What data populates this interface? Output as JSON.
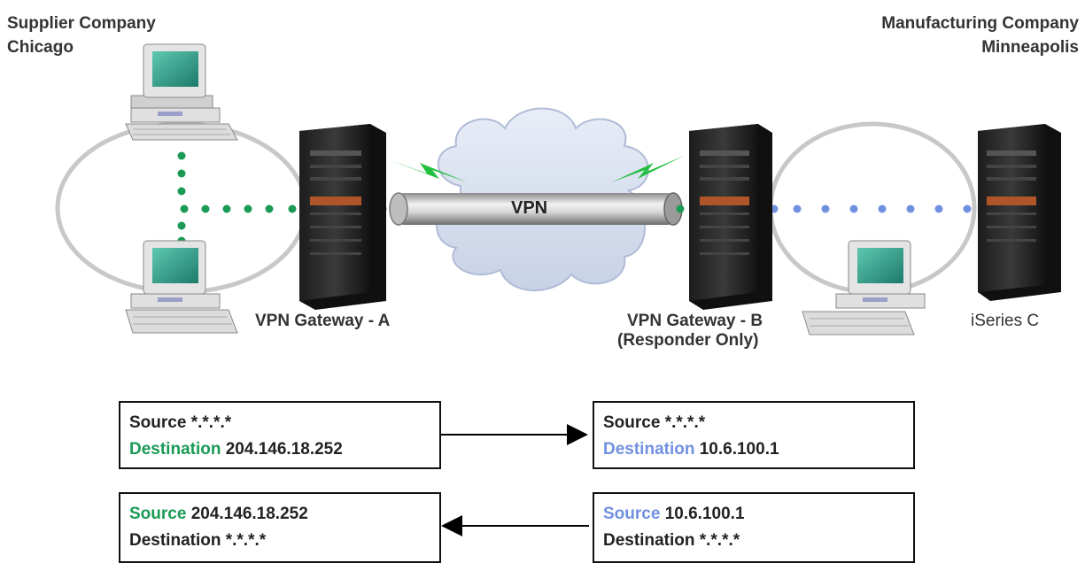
{
  "sites": {
    "left": {
      "line1": "Supplier Company",
      "line2": "Chicago"
    },
    "right": {
      "line1": "Manufacturing Company",
      "line2": "Minneapolis"
    }
  },
  "nodes": {
    "gateway_a": "VPN Gateway - A",
    "gateway_b_line1": "VPN Gateway - B",
    "gateway_b_line2": "(Responder Only)",
    "server_c": "iSeries C"
  },
  "tunnel_label": "VPN",
  "rules": {
    "box1": {
      "source_label": "Source",
      "source_value": "*.*.*.*",
      "dest_label": "Destination",
      "dest_value": "204.146.18.252"
    },
    "box2": {
      "source_label": "Source",
      "source_value": "*.*.*.*",
      "dest_label": "Destination",
      "dest_value": "10.6.100.1"
    },
    "box3": {
      "source_label": "Source",
      "source_value": "204.146.18.252",
      "dest_label": "Destination",
      "dest_value": "*.*.*.*"
    },
    "box4": {
      "source_label": "Source",
      "source_value": "10.6.100.1",
      "dest_label": "Destination",
      "dest_value": "*.*.*.*"
    }
  },
  "colors": {
    "green_path": "#1a9a55",
    "blue_path": "#7090e0",
    "lightning": "#22c040"
  }
}
